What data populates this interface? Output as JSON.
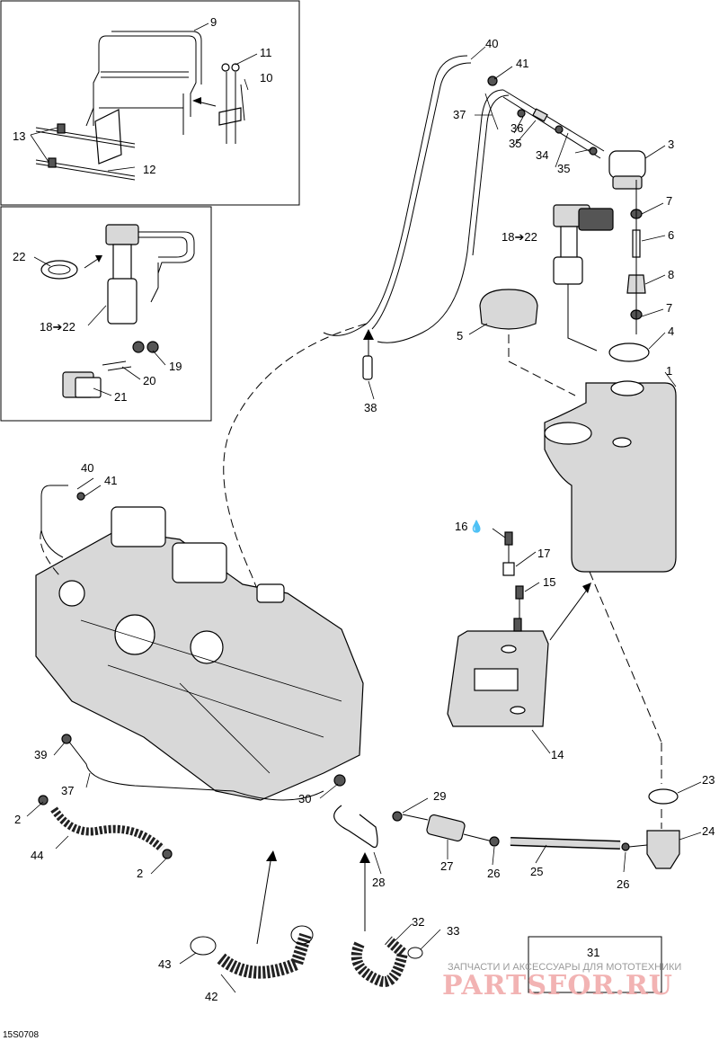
{
  "diagram_code": "15S0708",
  "watermark": {
    "line1": "ЗАПЧАСТИ И АКСЕССУАРЫ ДЛЯ МОТОТЕХНИКИ",
    "logo": "PARTSFOR.RU"
  },
  "callouts": {
    "c1": "1",
    "c2a": "2",
    "c2b": "2",
    "c3": "3",
    "c4": "4",
    "c5": "5",
    "c6": "6",
    "c7a": "7",
    "c7b": "7",
    "c8": "8",
    "c9": "9",
    "c10": "10",
    "c11": "11",
    "c12": "12",
    "c13": "13",
    "c14": "14",
    "c15": "15",
    "c16": "16",
    "c17": "17",
    "c18a": "18➔22",
    "c18b": "18➔22",
    "c19": "19",
    "c20": "20",
    "c21": "21",
    "c22": "22",
    "c23": "23",
    "c24": "24",
    "c25": "25",
    "c26a": "26",
    "c26b": "26",
    "c27": "27",
    "c28": "28",
    "c29": "29",
    "c30": "30",
    "c31": "31",
    "c32": "32",
    "c33": "33",
    "c34": "34",
    "c35a": "35",
    "c35b": "35",
    "c36": "36",
    "c37a": "37",
    "c37b": "37",
    "c38": "38",
    "c39": "39",
    "c40a": "40",
    "c40b": "40",
    "c41a": "41",
    "c41b": "41",
    "c42": "42",
    "c43": "43",
    "c44": "44"
  }
}
